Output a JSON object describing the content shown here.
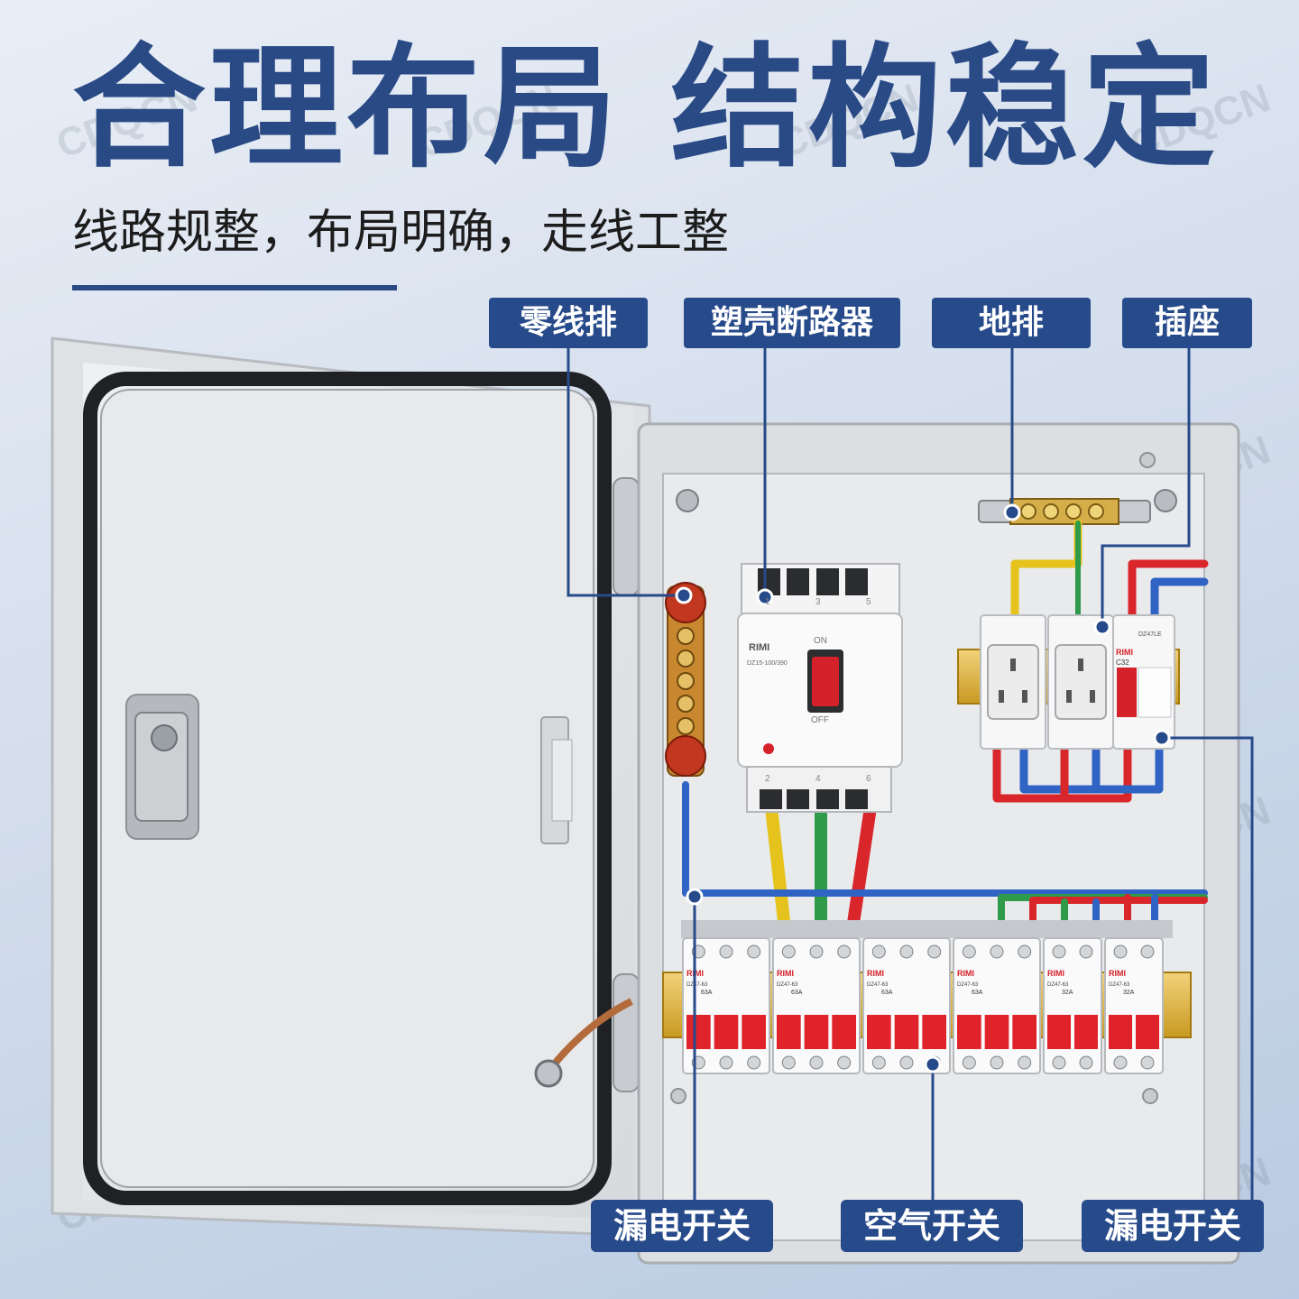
{
  "headline": "合理布局 结构稳定",
  "subtitle": "线路规整，布局明确，走线工整",
  "watermark": "CDQCN",
  "callouts": {
    "neutral_bar": "零线排",
    "mccb": "塑壳断路器",
    "ground_bar": "地排",
    "socket": "插座",
    "rcd_left": "漏电开关",
    "air_switch": "空气开关",
    "rcd_right": "漏电开关"
  },
  "device_text": {
    "brand": "RIMI",
    "mccb_model": "DZ15-100/390",
    "on": "ON",
    "off": "OFF",
    "terminal_top": [
      "1",
      "3",
      "5"
    ],
    "terminal_bottom": [
      "2",
      "4",
      "6"
    ],
    "mcb_model": "DZ47-63",
    "mcb_ratings": [
      "63A",
      "63A",
      "63A",
      "63A",
      "32A",
      "32A"
    ],
    "rcd_model": "DZ47LE",
    "rcd_rating": "C32"
  },
  "colors": {
    "brand_blue": "#264a8a",
    "headline_blue": "#2a4a86",
    "wire_yellow": "#e6c21c",
    "wire_green": "#2f9a4a",
    "wire_red": "#d9262b",
    "wire_blue": "#2f64c4",
    "breaker_red": "#e0232b"
  }
}
